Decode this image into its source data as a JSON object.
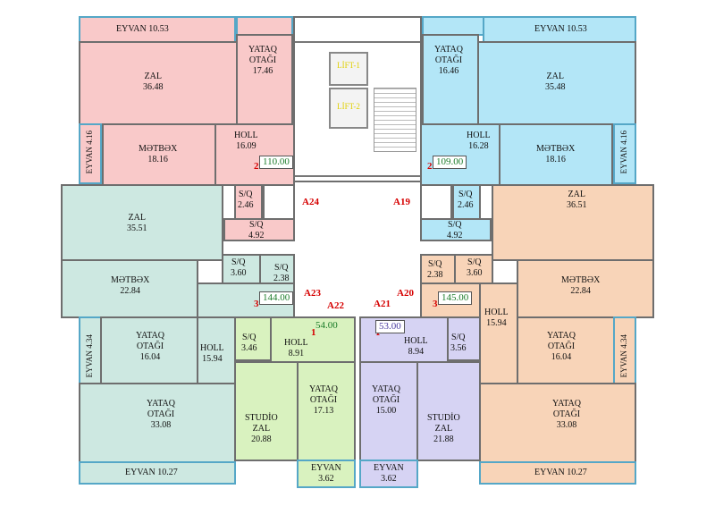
{
  "rooms": {
    "nw_balcony": "EYVAN 10.53",
    "nw_zal_name": "ZAL",
    "nw_zal_area": "36.48",
    "nw_yataq_name1": "YATAQ",
    "nw_yataq_name2": "OTAĞI",
    "nw_yataq_area": "17.46",
    "nw_metbex_name": "MƏTBƏX",
    "nw_metbex_area": "18.16",
    "nw_holl_name": "HOLL",
    "nw_holl_area": "16.09",
    "nw_side_balc": "EYVAN 4.16",
    "nw_sq1": "S/Q",
    "nw_sq1_area": "2.46",
    "nw_sq2": "S/Q",
    "nw_sq2_area": "4.92",
    "ne_balcony": "EYVAN 10.53",
    "ne_yataq_name1": "YATAQ",
    "ne_yataq_name2": "OTAĞI",
    "ne_yataq_area": "16.46",
    "ne_zal_name": "ZAL",
    "ne_zal_area": "35.48",
    "ne_holl_name": "HOLL",
    "ne_holl_area": "16.28",
    "ne_metbex_name": "MƏTBƏX",
    "ne_metbex_area": "18.16",
    "ne_side_balc": "EYVAN 4.16",
    "ne_sq1": "S/Q",
    "ne_sq1_area": "2.46",
    "ne_sq2": "S/Q",
    "ne_sq2_area": "4.92",
    "w_zal_name": "ZAL",
    "w_zal_area": "35.51",
    "w_metbex_name": "MƏTBƏX",
    "w_metbex_area": "22.84",
    "w_sq1": "S/Q",
    "w_sq1_area": "3.60",
    "w_sq2": "S/Q",
    "w_sq2_area": "2.38",
    "w_yataq1_name1": "YATAQ",
    "w_yataq1_name2": "OTAĞI",
    "w_yataq1_area": "16.04",
    "w_holl_name": "HOLL",
    "w_holl_area": "15.94",
    "w_side_balc": "EYVAN 4.34",
    "w_yataq2_name1": "YATAQ",
    "w_yataq2_name2": "OTAĞI",
    "w_yataq2_area": "33.08",
    "sw_balcony": "EYVAN 10.27",
    "e_zal_name": "ZAL",
    "e_zal_area": "36.51",
    "e_sq1": "S/Q",
    "e_sq1_area": "2.38",
    "e_sq2": "S/Q",
    "e_sq2_area": "3.60",
    "e_metbex_name": "MƏTBƏX",
    "e_metbex_area": "22.84",
    "e_holl_name": "HOLL",
    "e_holl_area": "15.94",
    "e_yataq1_name1": "YATAQ",
    "e_yataq1_name2": "OTAĞI",
    "e_yataq1_area": "16.04",
    "e_side_balc": "EYVAN 4.34",
    "e_yataq2_name1": "YATAQ",
    "e_yataq2_name2": "OTAĞI",
    "e_yataq2_area": "33.08",
    "se_balcony": "EYVAN 10.27",
    "sg_sq": "S/Q",
    "sg_sq_area": "3.46",
    "sg_holl_name": "HOLL",
    "sg_holl_area": "8.91",
    "sg_studio_name1": "STUDİO",
    "sg_studio_name2": "ZAL",
    "sg_studio_area": "20.88",
    "sg_yataq_name1": "YATAQ",
    "sg_yataq_name2": "OTAĞI",
    "sg_yataq_area": "17.13",
    "sg_balc_name": "EYVAN",
    "sg_balc_area": "3.62",
    "sp_holl_name": "HOLL",
    "sp_holl_area": "8.94",
    "sp_sq": "S/Q",
    "sp_sq_area": "3.56",
    "sp_yataq_name1": "YATAQ",
    "sp_yataq_name2": "OTAĞI",
    "sp_yataq_area": "15.00",
    "sp_studio_name1": "STUDİO",
    "sp_studio_name2": "ZAL",
    "sp_studio_area": "21.88",
    "sp_balc_name": "EYVAN",
    "sp_balc_area": "3.62",
    "lift1": "LİFT-1",
    "lift2": "LİFT-2"
  },
  "apartments": {
    "a_nw_total": "110.00",
    "a_nw_rooms": "2",
    "a_ne_total": "109.00",
    "a_ne_rooms": "2",
    "a_w_total": "144.00",
    "a_w_rooms": "3",
    "a_e_total": "145.00",
    "a_e_rooms": "3",
    "a_sg_total": "54.00",
    "a_sg_rooms": "1",
    "a_sp_total": "53.00",
    "a_sp_rooms": "1"
  },
  "axes": {
    "a24": "A24",
    "a19": "A19",
    "a23": "A23",
    "a20": "A20",
    "a22": "A22",
    "a21": "A21"
  },
  "colors": {
    "pink": "#f9c9c9",
    "blue": "#b3e6f7",
    "teal": "#cde8e1",
    "orange": "#f8d4b8",
    "green": "#d9f2bf",
    "purple": "#d6d3f3",
    "balcony_border": "#55a7c7",
    "axis_text": "#d60000"
  }
}
